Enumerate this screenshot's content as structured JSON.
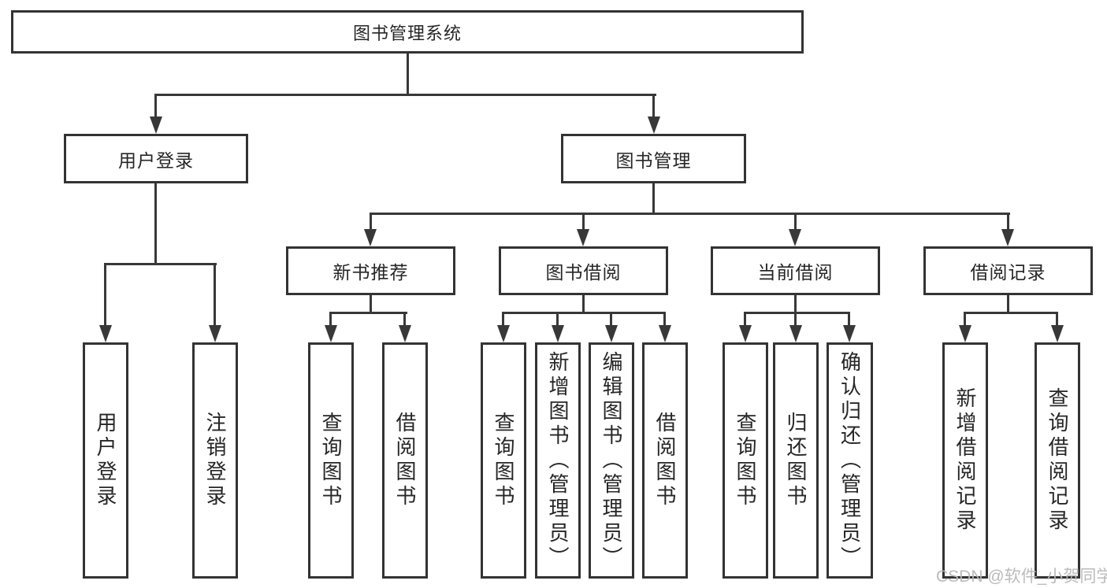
{
  "colors": {
    "line": "#383838",
    "box_border": "#333333",
    "text": "#262626",
    "watermark": "#b8b8b8",
    "background": "#ffffff"
  },
  "watermark": {
    "text": "CSDN @软件_小贺同学"
  },
  "tree": {
    "root": {
      "label": "图书管理系统"
    },
    "user_login": {
      "label": "用户登录",
      "children": [
        {
          "label": "用户登录"
        },
        {
          "label": "注销登录"
        }
      ]
    },
    "book_mgmt": {
      "label": "图书管理",
      "children": [
        {
          "label": "新书推荐",
          "children": [
            {
              "label": "查询图书"
            },
            {
              "label": "借阅图书"
            }
          ]
        },
        {
          "label": "图书借阅",
          "children": [
            {
              "label": "查询图书"
            },
            {
              "label": "新增图书（管理员）"
            },
            {
              "label": "编辑图书（管理员）"
            },
            {
              "label": "借阅图书"
            }
          ]
        },
        {
          "label": "当前借阅",
          "children": [
            {
              "label": "查询图书"
            },
            {
              "label": "归还图书"
            },
            {
              "label": "确认归还（管理员）"
            }
          ]
        },
        {
          "label": "借阅记录",
          "children": [
            {
              "label": "新增借阅记录"
            },
            {
              "label": "查询借阅记录"
            }
          ]
        }
      ]
    }
  }
}
